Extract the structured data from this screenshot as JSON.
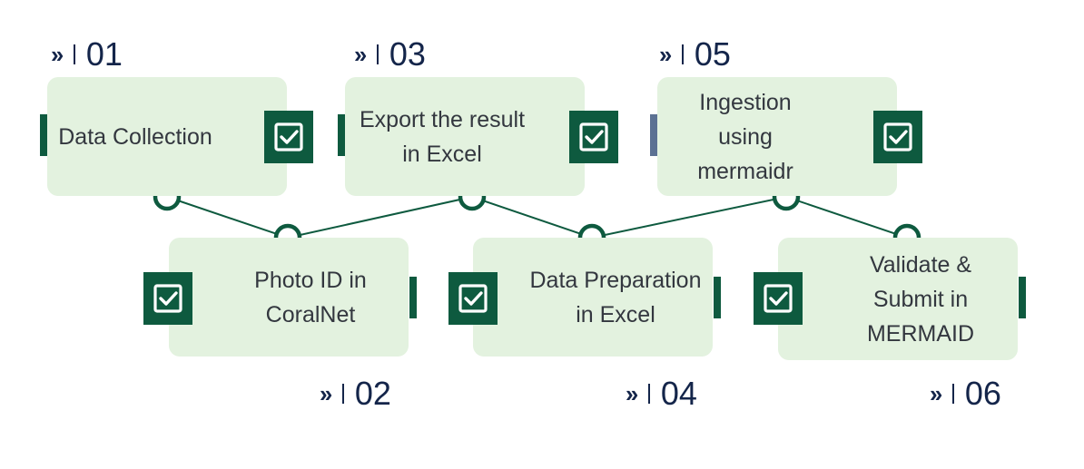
{
  "steps": [
    {
      "number": "01",
      "label": "Data Collection"
    },
    {
      "number": "02",
      "label": "Photo ID in\nCoralNet"
    },
    {
      "number": "03",
      "label": "Export the result\nin Excel"
    },
    {
      "number": "04",
      "label": "Data Preparation\nin Excel"
    },
    {
      "number": "05",
      "label": "Ingestion\nusing\nmermaidr"
    },
    {
      "number": "06",
      "label": "Validate &\nSubmit in\nMERMAID"
    }
  ],
  "colors": {
    "card_fill": "#e3f2df",
    "accent_green": "#0e5a3f",
    "accent_blue": "#5c7193",
    "number_text": "#14254a"
  },
  "icons": {
    "step_marker": "double-chevron-right-icon",
    "status": "checked-box-icon"
  }
}
